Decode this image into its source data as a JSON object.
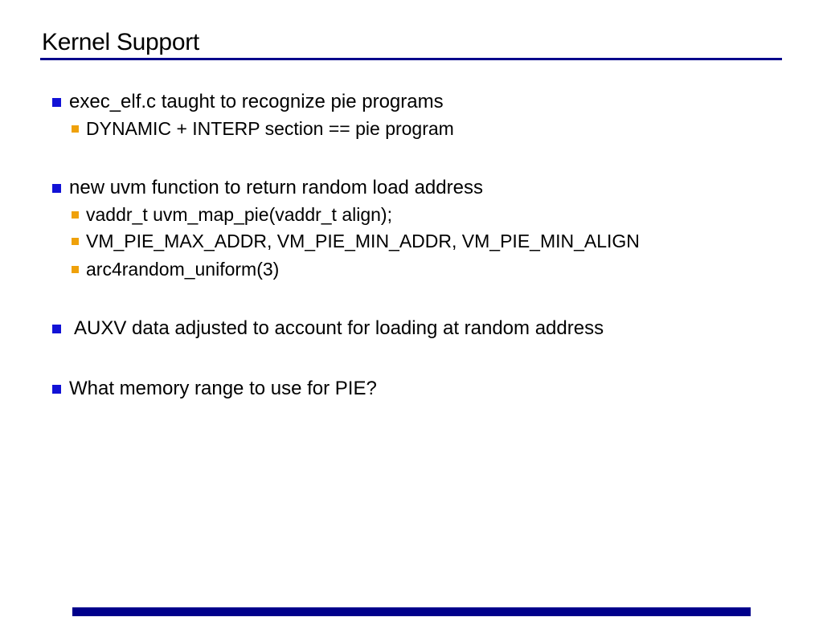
{
  "slide": {
    "title": "Kernel Support",
    "colors": {
      "accent_navy": "#00008b",
      "bullet_level1_blue": "#1212d6",
      "bullet_level2_orange": "#efa10a",
      "text": "#000000",
      "background": "#ffffff"
    },
    "bullets": [
      {
        "level": 1,
        "text": "exec_elf.c taught to recognize pie programs"
      },
      {
        "level": 2,
        "text": "DYNAMIC + INTERP section == pie program"
      },
      {
        "level": 1,
        "text": "new uvm function to return random load address"
      },
      {
        "level": 2,
        "text": "vaddr_t uvm_map_pie(vaddr_t align);"
      },
      {
        "level": 2,
        "text": "VM_PIE_MAX_ADDR, VM_PIE_MIN_ADDR, VM_PIE_MIN_ALIGN"
      },
      {
        "level": 2,
        "text": "arc4random_uniform(3)"
      },
      {
        "level": 1,
        "text": "AUXV data adjusted to account for loading at random address"
      },
      {
        "level": 1,
        "text": "What memory range to use for PIE?"
      }
    ]
  }
}
